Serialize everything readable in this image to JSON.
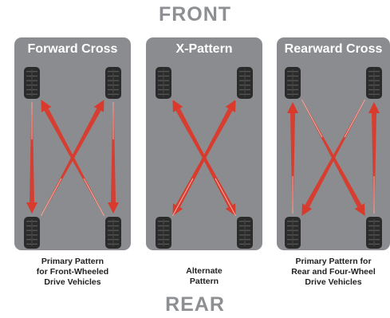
{
  "labels": {
    "front": "FRONT",
    "rear": "REAR"
  },
  "colors": {
    "panel": "#8a8c8f",
    "arrow": "#d93a2b",
    "tire": "#2b2b2b",
    "heading": "#8d8f92"
  },
  "patterns": [
    {
      "title": "Forward Cross",
      "caption": [
        "Primary Pattern",
        "for Front-Wheeled",
        "Drive Vehicles"
      ],
      "moves": [
        {
          "from": "front-left",
          "to": "rear-left"
        },
        {
          "from": "front-right",
          "to": "rear-right"
        },
        {
          "from": "rear-left",
          "to": "front-right"
        },
        {
          "from": "rear-right",
          "to": "front-left"
        }
      ]
    },
    {
      "title": "X-Pattern",
      "caption": [
        "Alternate",
        "Pattern"
      ],
      "moves": [
        {
          "from": "front-left",
          "to": "rear-right"
        },
        {
          "from": "front-right",
          "to": "rear-left"
        },
        {
          "from": "rear-left",
          "to": "front-right"
        },
        {
          "from": "rear-right",
          "to": "front-left"
        }
      ]
    },
    {
      "title": "Rearward Cross",
      "caption": [
        "Primary Pattern for",
        "Rear and Four-Wheel",
        "Drive Vehicles"
      ],
      "moves": [
        {
          "from": "rear-left",
          "to": "front-left"
        },
        {
          "from": "rear-right",
          "to": "front-right"
        },
        {
          "from": "front-left",
          "to": "rear-right"
        },
        {
          "from": "front-right",
          "to": "rear-left"
        }
      ]
    }
  ]
}
